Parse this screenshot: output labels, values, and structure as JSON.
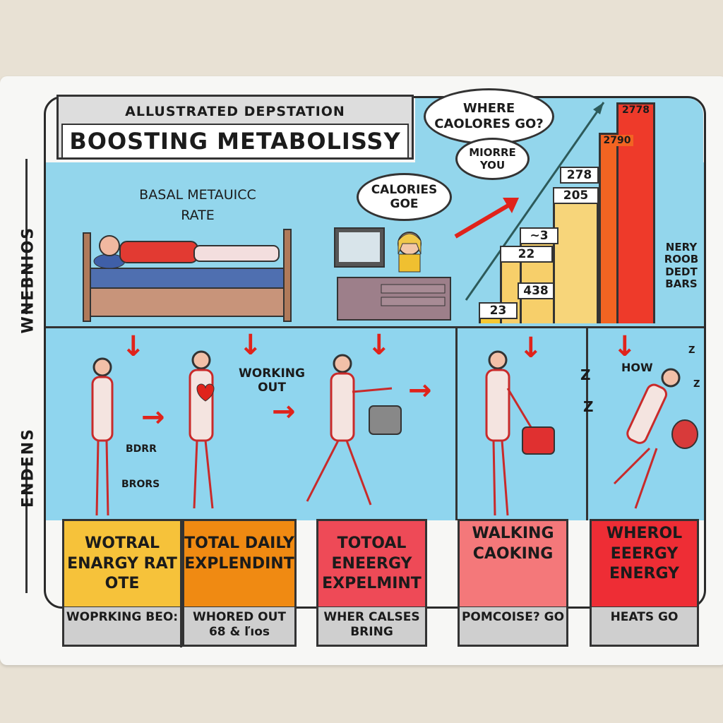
{
  "title": {
    "subtitle": "ALLUSTRATED DEPSTATION",
    "main": "BOOSTING METABOLISSY"
  },
  "side_labels": {
    "top": "WNEBNIOS",
    "bottom": "ENDENS"
  },
  "top_panel": {
    "bmr_label": "BASAL METAUICC RATE",
    "cloud_calories": "CALORIES GOE",
    "cloud_where": "WHERE CAOLORES GO?",
    "cloud_more": "MIORRE YOU",
    "bars_note": "NERY ROOB DEDT BARS",
    "bar_labels": [
      "23",
      "438",
      "22",
      "~3",
      "205",
      "278",
      "2790",
      "2778"
    ]
  },
  "bottom_panel": {
    "working_out": "WORKING OUT",
    "notes": [
      "BDRR",
      "BRORS"
    ],
    "how": "HOW",
    "zz": [
      "Z",
      "Z",
      "Z",
      "Z"
    ]
  },
  "columns": [
    {
      "box": "WOTRAL ENARGY RAT OTE",
      "label": "WOPRKING BEO:",
      "color": "#f6c23a"
    },
    {
      "box": "TOTAL DAILY EXPLENDINT",
      "label": "WHORED OUT 68 & ľıos",
      "color": "#f08a12"
    },
    {
      "box": "TOTOAL ENEERGY EXPELMINT",
      "label": "WHER CALSES BRING",
      "color": "#ee4a57"
    },
    {
      "box": "WALKING CAOKING",
      "label": "POMCOISE? GO",
      "color": "#f4787a"
    },
    {
      "box": "WHEROL EEERGY ENERGY",
      "label": "HEATS GO",
      "color": "#ee2d35"
    }
  ]
}
